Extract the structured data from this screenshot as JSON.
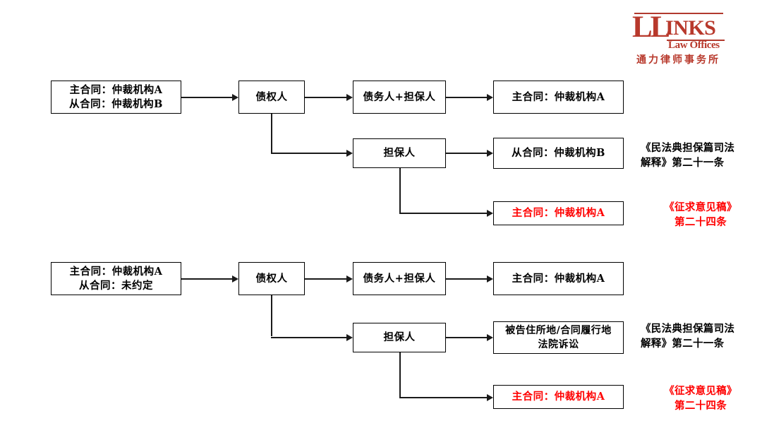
{
  "brand": {
    "mark_ll": "LL",
    "mark_inks": "INKS",
    "tagline_en": "Law Offices",
    "tagline_cn": "通力律师事务所",
    "color": "#b8392c"
  },
  "colors": {
    "line": "#1a1a1a",
    "box_border": "#000000",
    "text": "#000000",
    "highlight": "#ff0000",
    "background": "#ffffff"
  },
  "groups": [
    {
      "id": "scenario-1",
      "source": {
        "label": "主合同：仲裁机构A\n从合同：仲裁机构B"
      },
      "creditor": {
        "label": "债权人"
      },
      "branches": [
        {
          "id": "debtor-and-guarantor",
          "party": {
            "label": "债务人+担保人"
          },
          "outcome": {
            "label": "主合同：仲裁机构A",
            "highlight": false
          },
          "annotation": {
            "text": "",
            "highlight": false
          }
        },
        {
          "id": "guarantor",
          "party": {
            "label": "担保人"
          },
          "outcome": {
            "label": "从合同：仲裁机构B",
            "highlight": false
          },
          "annotation": {
            "text": "《民法典担保篇司法\n解释》第二十一条",
            "highlight": false
          }
        },
        {
          "id": "guarantor-alt",
          "party": {
            "label": ""
          },
          "outcome": {
            "label": "主合同：仲裁机构A",
            "highlight": true
          },
          "annotation": {
            "text": "《征求意见稿》\n第二十四条",
            "highlight": true
          }
        }
      ]
    },
    {
      "id": "scenario-2",
      "source": {
        "label": "主合同：仲裁机构A\n从合同：未约定"
      },
      "creditor": {
        "label": "债权人"
      },
      "branches": [
        {
          "id": "debtor-and-guarantor",
          "party": {
            "label": "债务人+担保人"
          },
          "outcome": {
            "label": "主合同：仲裁机构A",
            "highlight": false
          },
          "annotation": {
            "text": "",
            "highlight": false
          }
        },
        {
          "id": "guarantor",
          "party": {
            "label": "担保人"
          },
          "outcome": {
            "label": "被告住所地/合同履行地\n法院诉讼",
            "highlight": false
          },
          "annotation": {
            "text": "《民法典担保篇司法\n解释》第二十一条",
            "highlight": false
          }
        },
        {
          "id": "guarantor-alt",
          "party": {
            "label": ""
          },
          "outcome": {
            "label": "主合同：仲裁机构A",
            "highlight": true
          },
          "annotation": {
            "text": "《征求意见稿》\n第二十四条",
            "highlight": true
          }
        }
      ]
    }
  ]
}
